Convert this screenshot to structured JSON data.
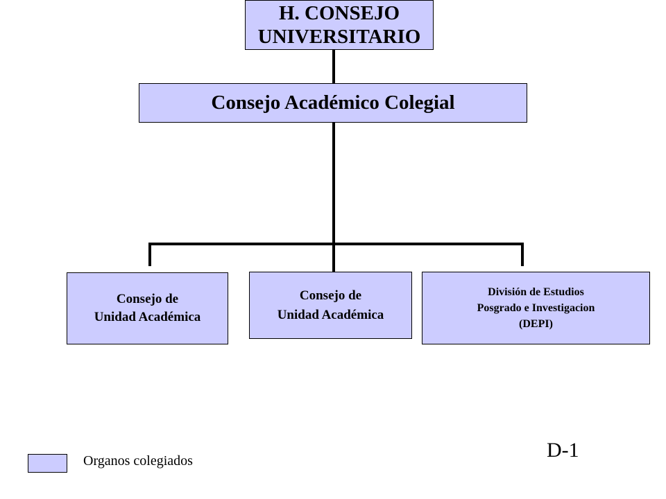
{
  "org_chart": {
    "top": {
      "lines": [
        "H. CONSEJO",
        "UNIVERSITARIO"
      ]
    },
    "middle": {
      "label": "Consejo Académico Colegial"
    },
    "children": [
      {
        "lines": [
          "Consejo de",
          "Unidad Académica"
        ]
      },
      {
        "lines": [
          "Consejo de",
          "Unidad Académica"
        ]
      },
      {
        "lines": [
          "División de Estudios",
          "Posgrado e Investigacion",
          "(DEPI)"
        ]
      }
    ]
  },
  "legend": {
    "label": "Organos colegiados",
    "color": "#ccccff"
  },
  "page_code": "D-1",
  "colors": {
    "box_fill": "#ccccff",
    "connector": "#000000"
  }
}
